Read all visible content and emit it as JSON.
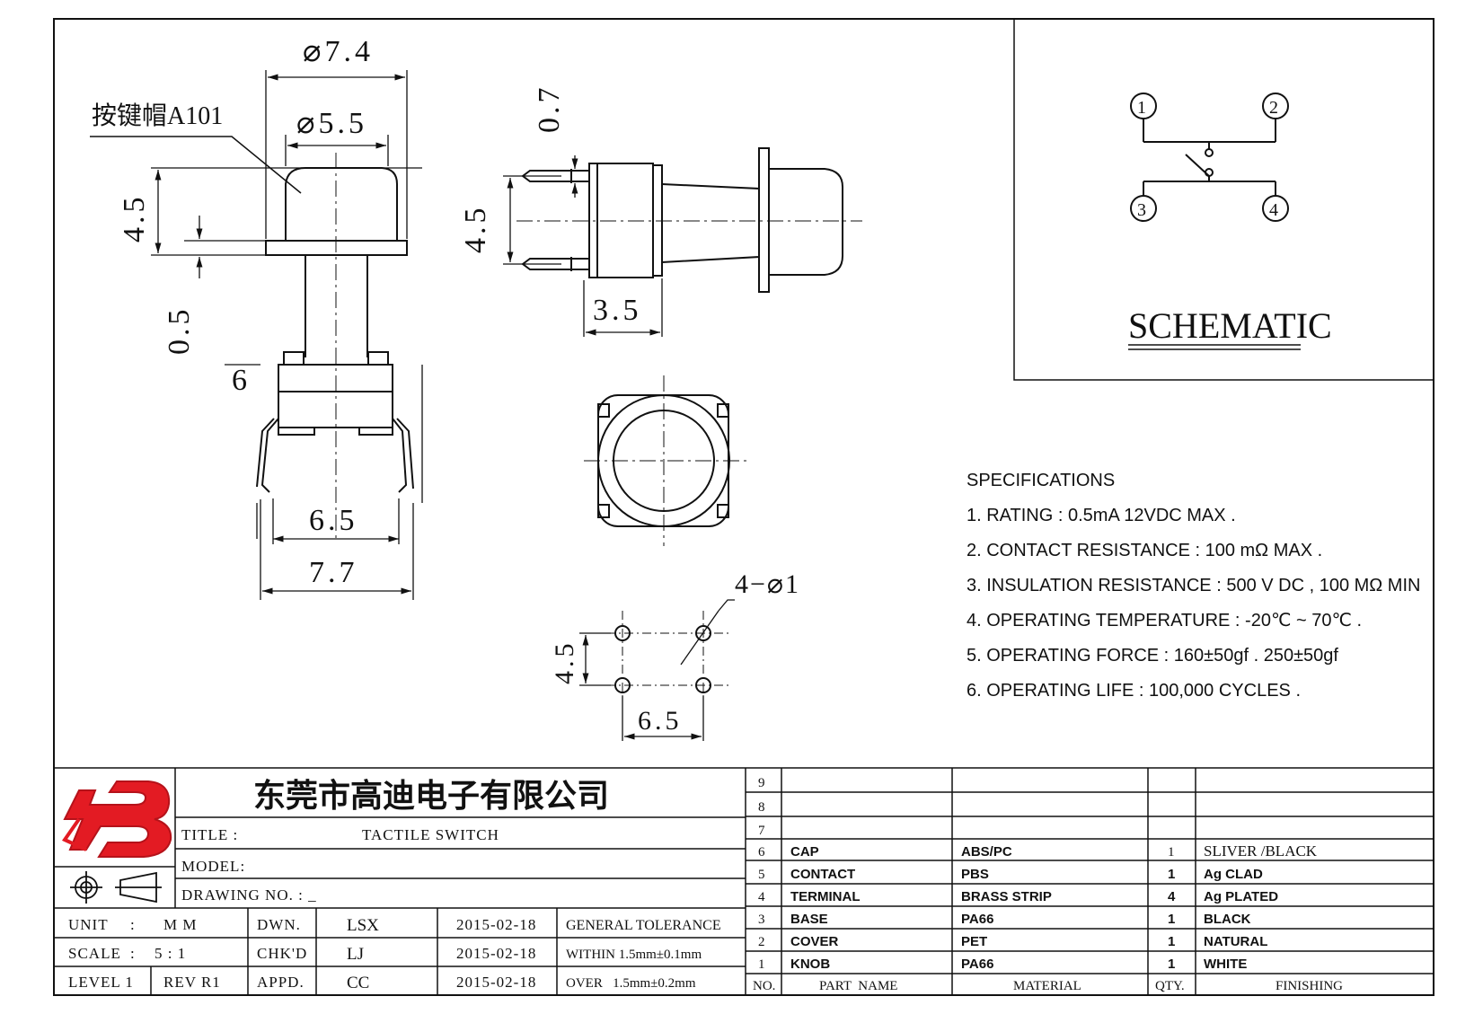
{
  "drawing": {
    "dimensions": {
      "cap_outer_dia": "⌀7.4",
      "cap_inner_dia": "⌀5.5",
      "cap_label": "按键帽A101",
      "cap_height": "4.5",
      "flange_thk": "0.5",
      "body_height_label": "6",
      "body_w_inner": "6.5",
      "body_w_outer": "7.7",
      "side_top": "0.7",
      "side_pin_pitch": "4.5",
      "side_body_len": "3.5",
      "holes": "4−⌀1",
      "hole_pitch_v": "4.5",
      "hole_pitch_h": "6.5"
    }
  },
  "schematic": {
    "title": "SCHEMATIC",
    "pins": [
      "1",
      "2",
      "3",
      "4"
    ]
  },
  "specifications": {
    "heading": "SPECIFICATIONS",
    "items": [
      "1. RATING : 0.5mA 12VDC MAX .",
      "2. CONTACT RESISTANCE : 100 mΩ MAX .",
      "3. INSULATION RESISTANCE : 500 V DC , 100 MΩ MIN",
      "4. OPERATING TEMPERATURE : -20℃ ~ 70℃ .",
      "5. OPERATING FORCE : 160±50gf . 250±50gf",
      "6. OPERATING LIFE : 100,000 CYCLES ."
    ]
  },
  "title_block": {
    "company": "东莞市高迪电子有限公司",
    "title_label": "TITLE :",
    "title_value": "TACTILE SWITCH",
    "model_label": "MODEL:",
    "drawing_no_label": "DRAWING NO. : _",
    "unit_label": "UNIT",
    "unit_colon": ":",
    "unit_value": "M M",
    "scale_label": "SCALE",
    "scale_colon": ":",
    "scale_value": "5 : 1",
    "level_label": "LEVEL 1",
    "rev_label": "REV R1",
    "dwn_label": "DWN.",
    "chk_label": "CHK'D",
    "appd_label": "APPD.",
    "dwn_name": "LSX",
    "chk_name": "LJ",
    "appd_name": "CC",
    "dwn_date": "2015-02-18",
    "chk_date": "2015-02-18",
    "appd_date": "2015-02-18",
    "tol_title": "GENERAL TOLERANCE",
    "tol_within": "WITHIN 1.5mm±0.1mm",
    "tol_over": "OVER   1.5mm±0.2mm"
  },
  "bom": {
    "headers": {
      "no": "NO.",
      "part": "PART  NAME",
      "material": "MATERIAL",
      "qty": "QTY.",
      "finishing": "FINISHING"
    },
    "rows": [
      {
        "no": "9",
        "part": "",
        "material": "",
        "qty": "",
        "finishing": ""
      },
      {
        "no": "8",
        "part": "",
        "material": "",
        "qty": "",
        "finishing": ""
      },
      {
        "no": "7",
        "part": "",
        "material": "",
        "qty": "",
        "finishing": ""
      },
      {
        "no": "6",
        "part": "CAP",
        "material": "ABS/PC",
        "qty": "1",
        "finishing": "SLIVER /BLACK"
      },
      {
        "no": "5",
        "part": "CONTACT",
        "material": "PBS",
        "qty": "1",
        "finishing": "Ag CLAD"
      },
      {
        "no": "4",
        "part": "TERMINAL",
        "material": "BRASS STRIP",
        "qty": "4",
        "finishing": "Ag PLATED"
      },
      {
        "no": "3",
        "part": "BASE",
        "material": "PA66",
        "qty": "1",
        "finishing": "BLACK"
      },
      {
        "no": "2",
        "part": "COVER",
        "material": "PET",
        "qty": "1",
        "finishing": "NATURAL"
      },
      {
        "no": "1",
        "part": "KNOB",
        "material": "PA66",
        "qty": "1",
        "finishing": "WHITE"
      }
    ]
  }
}
